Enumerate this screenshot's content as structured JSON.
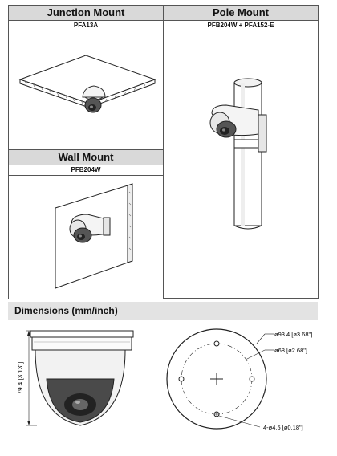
{
  "mounts": {
    "junction": {
      "title": "Junction Mount",
      "model": "PFA13A"
    },
    "pole": {
      "title": "Pole Mount",
      "model": "PFB204W + PFA152-E"
    },
    "wall": {
      "title": "Wall Mount",
      "model": "PFB204W"
    }
  },
  "dimensions": {
    "title": "Dimensions (mm/inch)",
    "height_label": "79.4 [3.13\"]",
    "outer_dia": "ø93.4 [ø3.68\"]",
    "bolt_circle": "ø68 [ø2.68\"]",
    "holes": "4-ø4.5 [ø0.18\"]"
  }
}
